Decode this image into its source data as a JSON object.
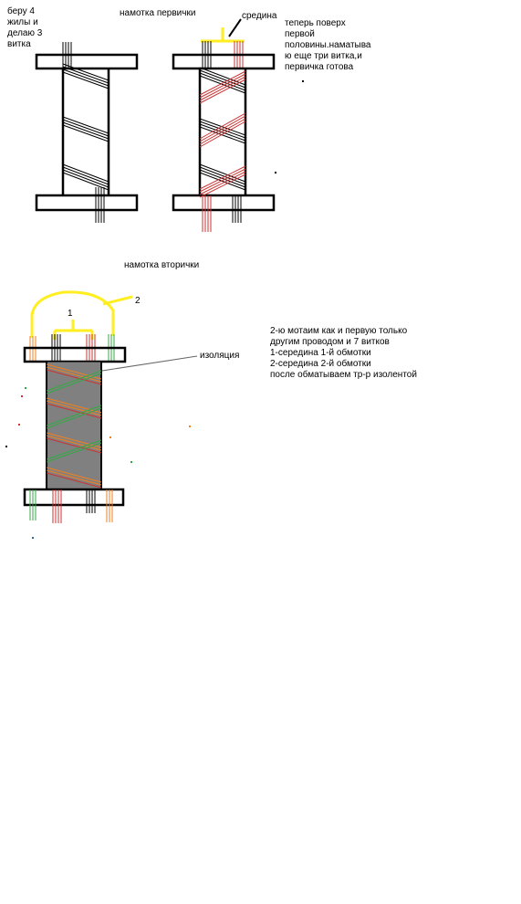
{
  "labels": {
    "take_4_wires": "беру 4\nжилы и\nделаю 3\nвитка",
    "primary_title": "намотка первички",
    "midpoint": "средина",
    "primary_note": "теперь поверх\nпервой\nполовины.наматыва\nю еще три витка,и\nпервичка готова",
    "secondary_title": "намотка вторички",
    "tap_1": "1",
    "tap_2": "2",
    "insulation": "изоляция",
    "secondary_note": "2-ю мотаим как и первую только\nдругим проводом и 7 витков\n1-середина 1-й обмотки\n2-середина 2-й обмотки\nпосле обматываем тр-р изолентой"
  },
  "colors": {
    "outline": "#000000",
    "tap_wire": "#ffee22",
    "red_wire": "#cc3333",
    "green_wire": "#33aa44",
    "orange_wire": "#f08020",
    "insulation_fill": "#808080",
    "black_wire": "#000000"
  },
  "windings": {
    "primary_first_turns": 3,
    "primary_extra_turns": 3,
    "wires_per_bundle": 4,
    "secondary_turns": 7
  }
}
